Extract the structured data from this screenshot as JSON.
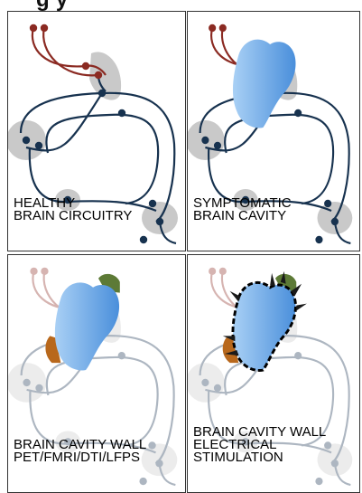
{
  "title": "g  y",
  "panels": [
    {
      "line1": "HEALTHY",
      "line2": "BRAIN CIRCUITRY"
    },
    {
      "line1": "SYMPTOMATIC",
      "line2": "BRAIN CAVITY"
    },
    {
      "line1": "BRAIN CAVITY WALL",
      "line2": "PET/fMRI/DTI/LFPs"
    },
    {
      "line1": "BRAIN CAVITY WALL",
      "line2": "ELECTRICAL",
      "line3": "STIMULATION"
    }
  ],
  "colors": {
    "circuit": "#17324f",
    "input_tract": "#8b2a22",
    "node_halo": "#c9c9c9",
    "cavity": "#5f9fe0",
    "wall_green": "#5d7a36",
    "wall_orange": "#b8681c"
  }
}
